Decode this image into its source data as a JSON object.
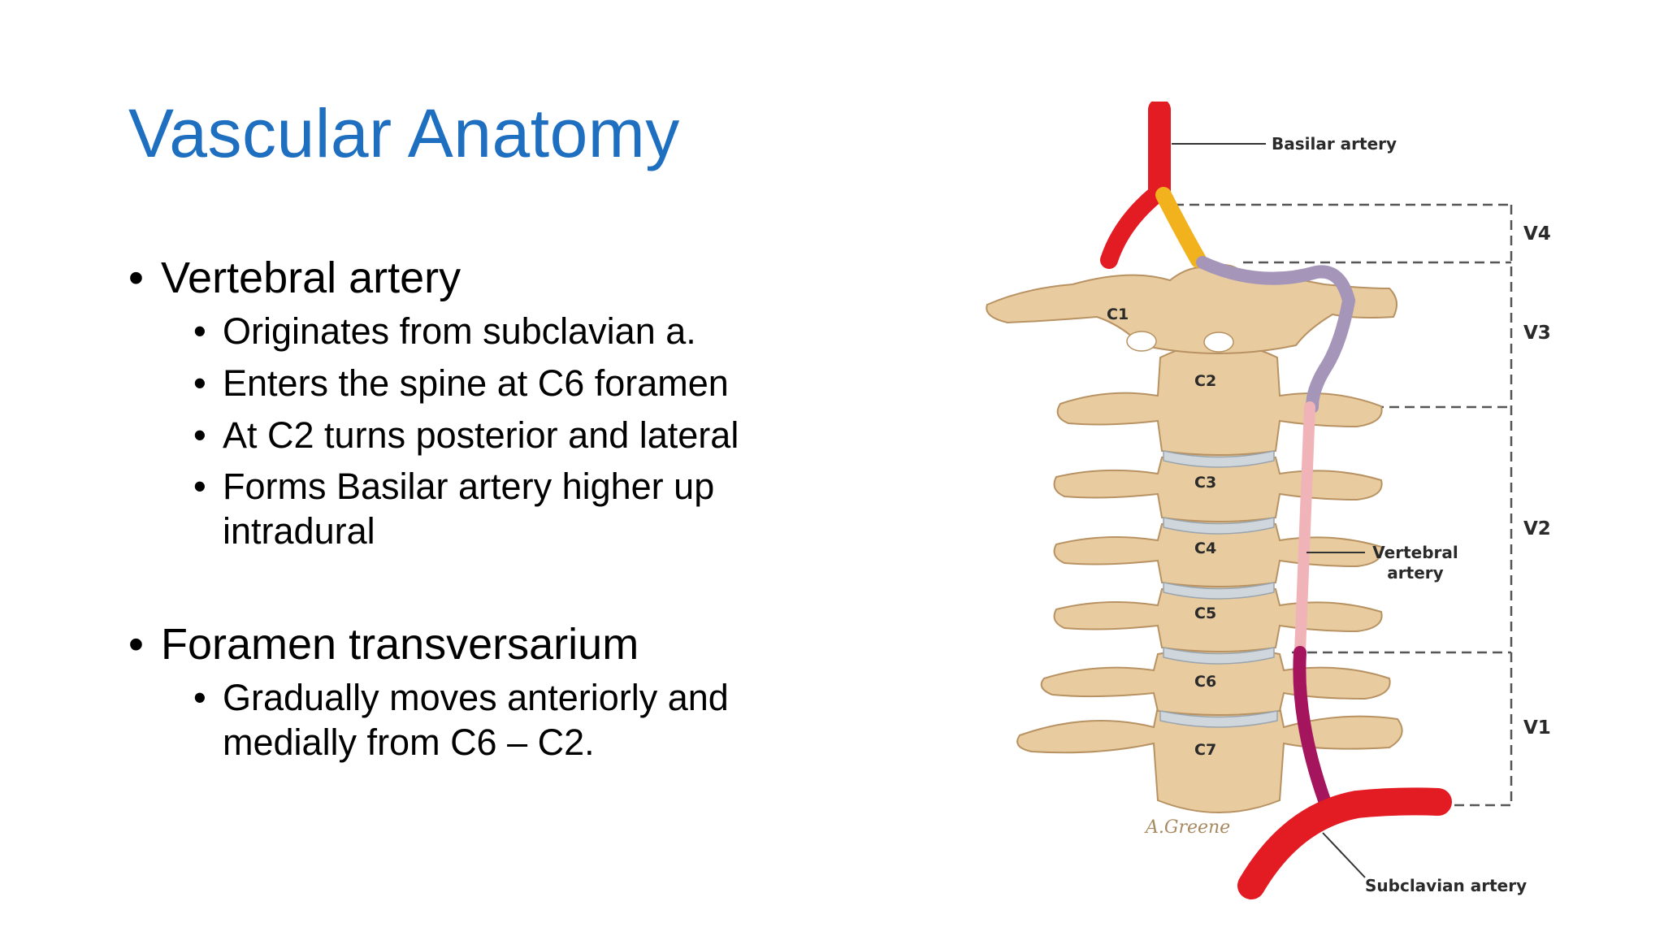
{
  "slide": {
    "title": "Vascular Anatomy",
    "sections": [
      {
        "heading": "Vertebral artery",
        "points": [
          "Originates from subclavian a.",
          "Enters the spine at C6 foramen",
          "At C2 turns posterior and lateral",
          "Forms Basilar artery higher up intradural"
        ]
      },
      {
        "heading": "Foramen transversarium",
        "points": [
          "Gradually moves anteriorly and medially from C6 – C2."
        ]
      }
    ]
  },
  "figure": {
    "labels": {
      "basilar": "Basilar artery",
      "vertebral_line1": "Vertebral",
      "vertebral_line2": "artery",
      "subclavian": "Subclavian artery",
      "signature": "A.Greene"
    },
    "segments": [
      "V4",
      "V3",
      "V2",
      "V1"
    ],
    "vertebrae": [
      "C1",
      "C2",
      "C3",
      "C4",
      "C5",
      "C6",
      "C7"
    ],
    "colors": {
      "bone": "#e8cc9f",
      "bone_outline": "#b89262",
      "disc": "#cfd6dc",
      "artery_red": "#e31b23",
      "segment_v4": "#f2b21e",
      "segment_v3": "#a595b8",
      "segment_v2": "#f0b3b8",
      "segment_v1": "#a5155d"
    }
  }
}
